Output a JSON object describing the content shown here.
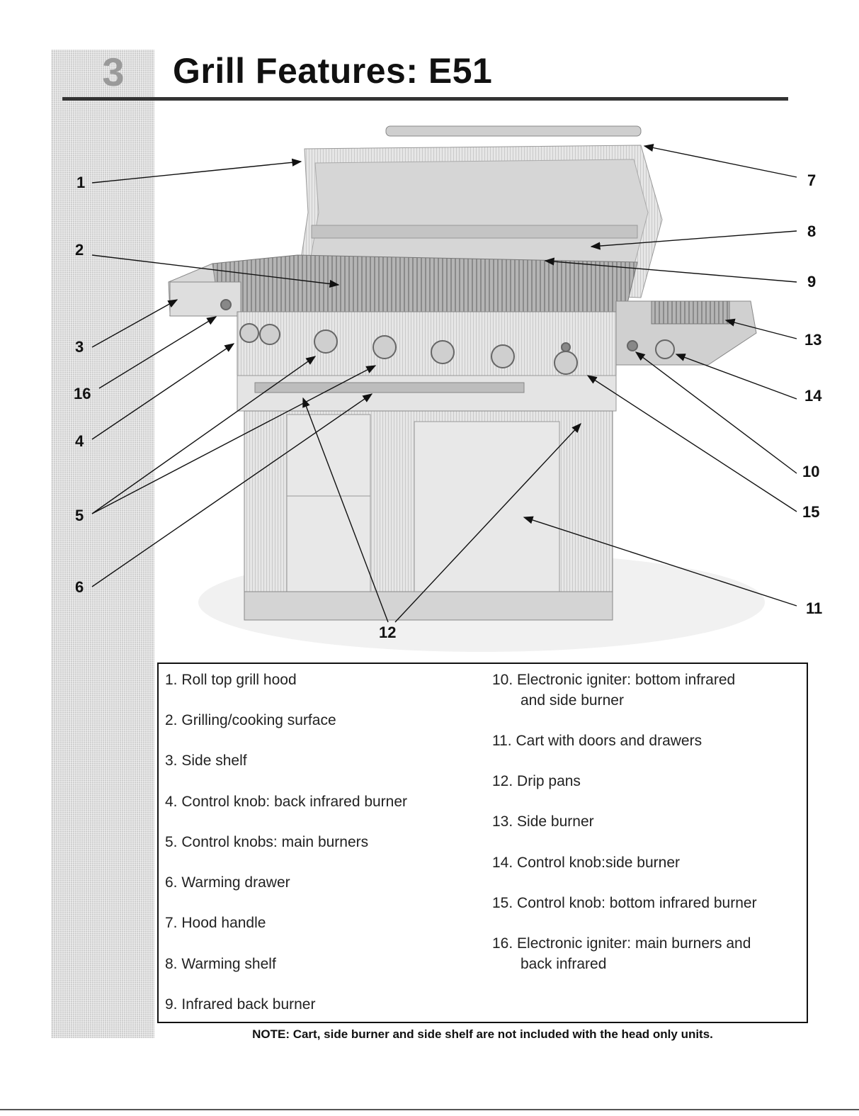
{
  "section_number": "3",
  "page_title": "Grill Features: E51",
  "callout_numbers": [
    "1",
    "2",
    "3",
    "16",
    "4",
    "5",
    "6",
    "7",
    "8",
    "9",
    "13",
    "14",
    "10",
    "15",
    "11",
    "12"
  ],
  "features_left": [
    {
      "num": "1.",
      "text": "Roll top grill hood"
    },
    {
      "num": "2.",
      "text": "Grilling/cooking surface"
    },
    {
      "num": "3.",
      "text": "Side shelf"
    },
    {
      "num": "4.",
      "text": "Control knob: back infrared burner"
    },
    {
      "num": "5.",
      "text": "Control knobs: main burners"
    },
    {
      "num": "6.",
      "text": "Warming drawer"
    },
    {
      "num": "7.",
      "text": "Hood handle"
    },
    {
      "num": "8.",
      "text": "Warming shelf"
    },
    {
      "num": "9.",
      "text": "Infrared back burner"
    }
  ],
  "features_right": [
    {
      "num": "10.",
      "text": "Electronic igniter: bottom infrared",
      "text2": "and side burner"
    },
    {
      "num": "11.",
      "text": "Cart with doors and drawers"
    },
    {
      "num": "12.",
      "text": "Drip pans"
    },
    {
      "num": "13.",
      "text": "Side burner"
    },
    {
      "num": "14.",
      "text": "Control knob:side burner"
    },
    {
      "num": "15.",
      "text": "Control knob: bottom infrared burner"
    },
    {
      "num": "16.",
      "text": "Electronic igniter: main burners and",
      "text2": "back infrared"
    }
  ],
  "note": "NOTE: Cart, side burner and side shelf are not included with the head only units."
}
